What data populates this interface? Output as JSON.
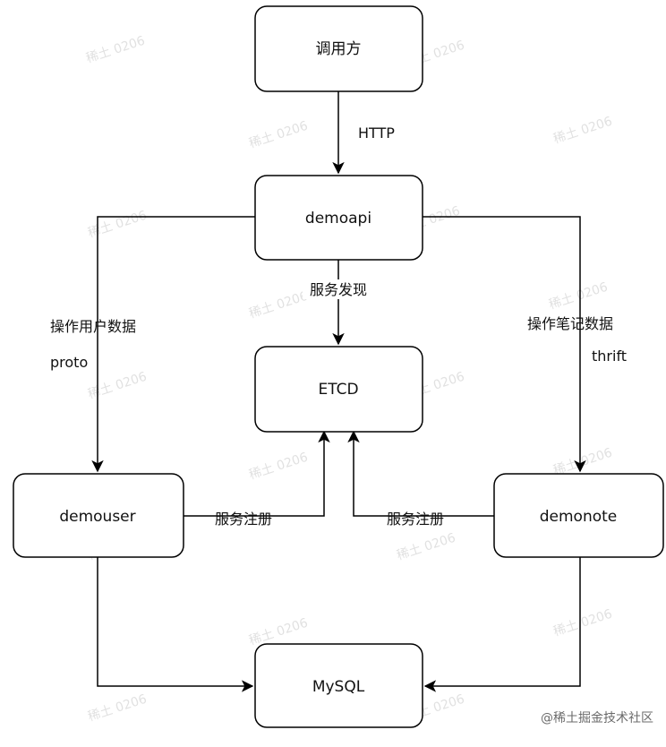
{
  "nodes": {
    "caller": "调用方",
    "demoapi": "demoapi",
    "etcd": "ETCD",
    "demouser": "demouser",
    "demonote": "demonote",
    "mysql": "MySQL"
  },
  "edge_labels": {
    "http": "HTTP",
    "service_discovery": "服务发现",
    "user_ops": "操作用户数据",
    "proto": "proto",
    "note_ops": "操作笔记数据",
    "thrift": "thrift",
    "user_register": "服务注册",
    "note_register": "服务注册"
  },
  "watermark": "稀土 0206",
  "footer": "@稀土掘金技术社区"
}
